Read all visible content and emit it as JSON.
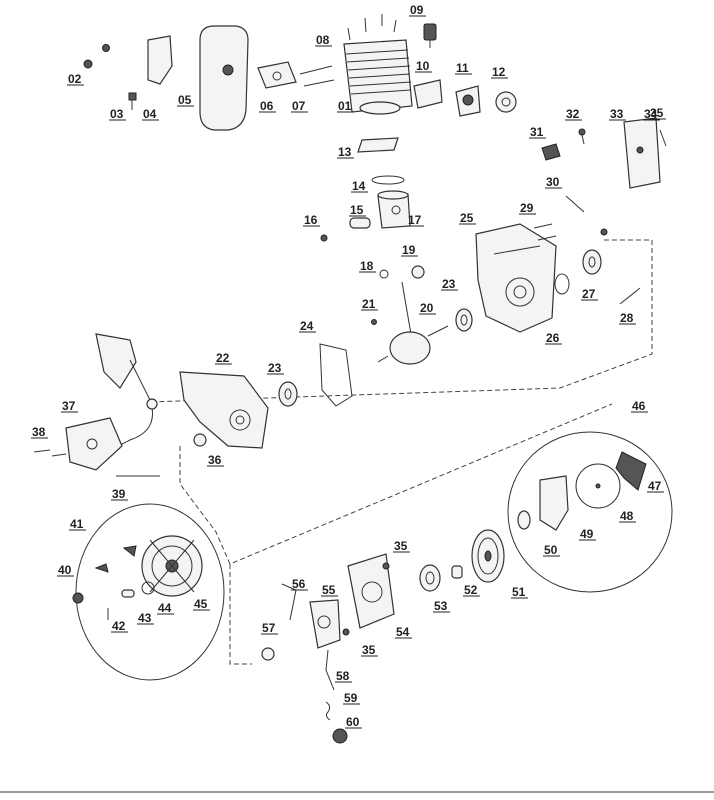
{
  "parts": [
    "01",
    "02",
    "03",
    "04",
    "05",
    "06",
    "07",
    "08",
    "09",
    "10",
    "11",
    "12",
    "13",
    "14",
    "15",
    "16",
    "17",
    "18",
    "19",
    "20",
    "21",
    "22",
    "23",
    "23",
    "24",
    "25",
    "26",
    "27",
    "28",
    "29",
    "30",
    "31",
    "32",
    "33",
    "34",
    "35",
    "35",
    "35",
    "36",
    "37",
    "38",
    "39",
    "40",
    "41",
    "42",
    "43",
    "44",
    "45",
    "46",
    "47",
    "48",
    "49",
    "50",
    "51",
    "52",
    "53",
    "54",
    "55",
    "56",
    "57",
    "58",
    "59",
    "60"
  ]
}
